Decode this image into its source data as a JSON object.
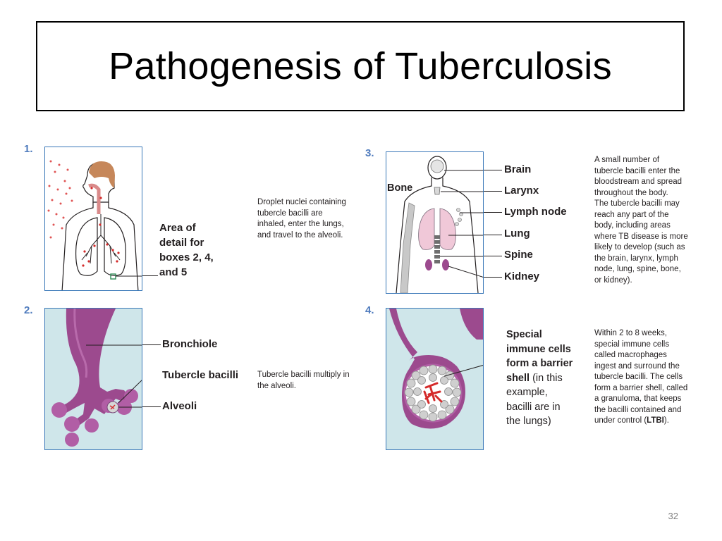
{
  "slide": {
    "title": "Pathogenesis of Tuberculosis",
    "page_number": "32"
  },
  "panels": {
    "p1": {
      "number": "1.",
      "label_lines": [
        "Area of",
        "detail for",
        "boxes 2, 4,",
        "and 5"
      ],
      "description": [
        "Droplet nuclei containing",
        "tubercle bacilli are",
        "inhaled, enter the lungs,",
        "and travel to the alveoli."
      ]
    },
    "p2": {
      "number": "2.",
      "labels": {
        "bronchiole": "Bronchiole",
        "tubercle": "Tubercle bacilli",
        "alveoli": "Alveoli"
      },
      "description": [
        "Tubercle bacilli multiply in",
        "the alveoli."
      ]
    },
    "p3": {
      "number": "3.",
      "labels": {
        "bone": "Bone",
        "brain": "Brain",
        "larynx": "Larynx",
        "lymph": "Lymph node",
        "lung": "Lung",
        "spine": "Spine",
        "kidney": "Kidney"
      },
      "description": [
        "A small number of",
        "tubercle bacilli enter the",
        "bloodstream and spread",
        "throughout the body.",
        "The tubercle bacilli may",
        "reach any part of the",
        "body, including areas",
        "where TB disease is more",
        "likely to develop (such as",
        "the brain, larynx, lymph",
        "node, lung, spine, bone,",
        "or kidney)."
      ]
    },
    "p4": {
      "number": "4.",
      "label_bold": [
        "Special",
        "immune cells",
        "form a barrier",
        "shell"
      ],
      "label_normal_first": " (in this",
      "label_normal": [
        "example,",
        "bacilli are in",
        "the lungs)"
      ],
      "description": [
        "Within 2 to 8 weeks,",
        "special immune cells",
        "called macrophages",
        "ingest and surround the",
        "tubercle bacilli. The cells",
        "form a barrier shell, called",
        "a granuloma, that keeps",
        "the bacilli contained and"
      ],
      "description_last_prefix": "under control (",
      "description_last_bold": "LTBI",
      "description_last_suffix": ")."
    }
  },
  "colors": {
    "panel_border": "#3a78b8",
    "number_blue": "#4f7bbd",
    "bronchiole_purple": "#9c4a8e",
    "alveolus_bg": "#cfe6ea",
    "bacilli_red": "#d42a2a",
    "head_brown": "#c6875a"
  }
}
